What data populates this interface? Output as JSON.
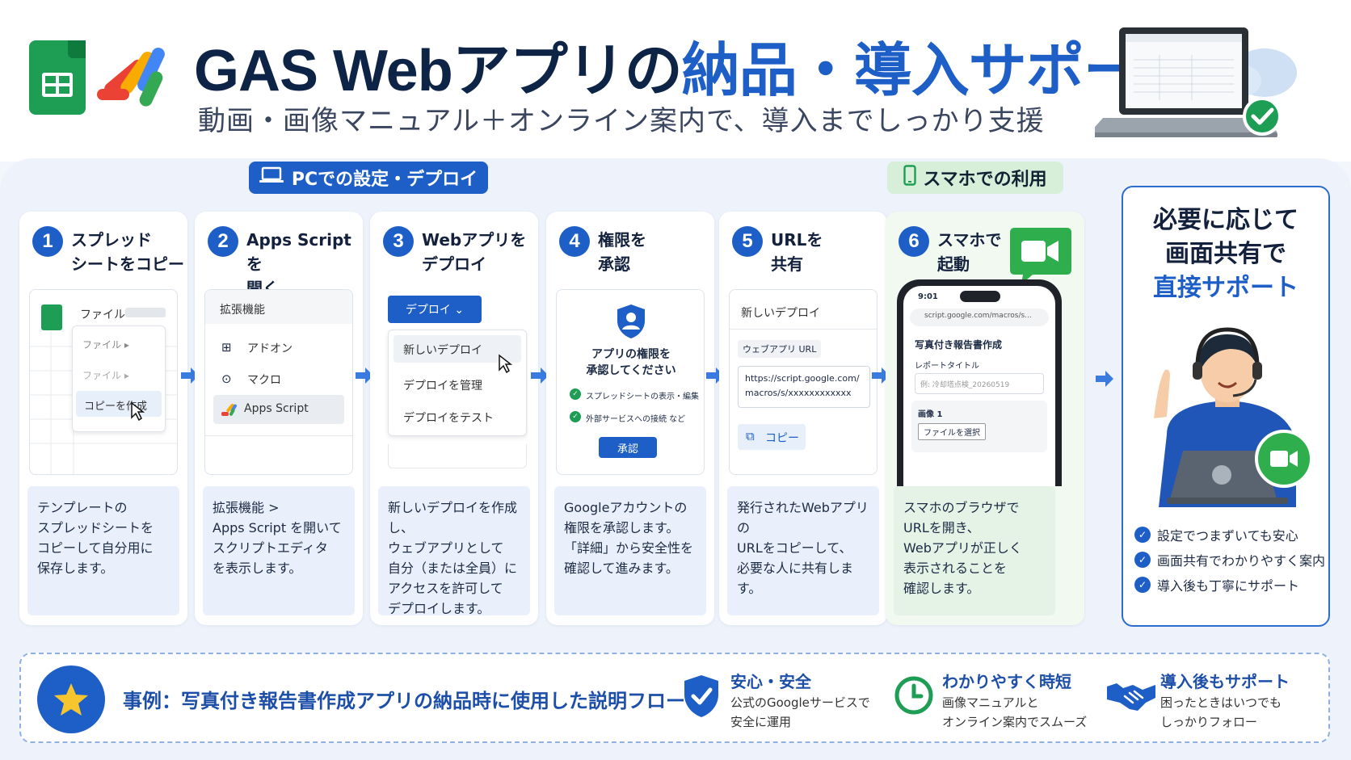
{
  "header": {
    "title_part1": "GAS Webアプリの",
    "title_part2": "納品・導入サポート",
    "subtitle": "動画・画像マニュアル＋オンライン案内で、導入までしっかり支援"
  },
  "sections": {
    "pc_label": "PCでの設定・デプロイ",
    "smartphone_label": "スマホでの利用"
  },
  "steps": [
    {
      "num": "1",
      "title": "スプレッド\nシートをコピー",
      "desc": "テンプレートの\nスプレッドシートを\nコピーして自分用に\n保存します。",
      "mock": {
        "file_label": "ファイル",
        "menu_item1": "ファイル ▸",
        "menu_item2": "ファイル ▸",
        "menu_item3": "コピーを作成"
      }
    },
    {
      "num": "2",
      "title": "Apps Scriptを\n開く",
      "desc": "拡張機能 >\nApps Script を開いて\nスクリプトエディタ\nを表示します。",
      "mock": {
        "header": "拡張機能",
        "item1": "アドオン",
        "item2": "マクロ",
        "item3": "Apps Script"
      }
    },
    {
      "num": "3",
      "title": "Webアプリを\nデプロイ",
      "desc": "新しいデプロイを作成し、\nウェブアプリとして\n自分（または全員）に\nアクセスを許可して\nデプロイします。",
      "mock": {
        "button": "デプロイ ⌄",
        "item1": "新しいデプロイ",
        "item2": "デプロイを管理",
        "item3": "デプロイをテスト"
      }
    },
    {
      "num": "4",
      "title": "権限を\n承認",
      "desc": "Googleアカウントの\n権限を承認します。\n「詳細」から安全性を\n確認して進みます。",
      "mock": {
        "heading": "アプリの権限を\n承認してください",
        "perm1": "スプレッドシートの表示・編集",
        "perm2": "外部サービスへの接続 など",
        "button": "承認"
      }
    },
    {
      "num": "5",
      "title": "URLを\n共有",
      "desc": "発行されたWebアプリの\nURLをコピーして、\n必要な人に共有します。",
      "mock": {
        "heading": "新しいデプロイ",
        "label": "ウェブアプリ URL",
        "url": "https://script.google.com/\nmacros/s/xxxxxxxxxxxx",
        "copy": "コピー"
      }
    },
    {
      "num": "6",
      "title": "スマホで\n起動",
      "desc": "スマホのブラウザで\nURLを開き、\nWebアプリが正しく\n表示されることを\n確認します。",
      "mock": {
        "time": "9:01",
        "address": "script.google.com/macros/s...",
        "form_title": "写真付き報告書作成",
        "field_label": "レポートタイトル",
        "field_placeholder": "例: 冷却塔点検_20260519",
        "image_label": "画像 1",
        "file_button": "ファイルを選択"
      }
    }
  ],
  "support": {
    "line1": "必要に応じて",
    "line2": "画面共有で",
    "line3": "直接サポート",
    "checks": [
      "設定でつまずいても安心",
      "画面共有でわかりやすく案内",
      "導入後も丁寧にサポート"
    ]
  },
  "footer": {
    "case_text": "事例：写真付き報告書作成アプリの納品時に使用した説明フロー",
    "features": [
      {
        "title": "安心・安全",
        "desc": "公式のGoogleサービスで\n安全に運用"
      },
      {
        "title": "わかりやすく時短",
        "desc": "画像マニュアルと\nオンライン案内でスムーズ"
      },
      {
        "title": "導入後もサポート",
        "desc": "困ったときはいつでも\nしっかりフォロー"
      }
    ]
  },
  "colors": {
    "primary": "#1e5fc7",
    "navy": "#0e2447",
    "green": "#1e9e55",
    "chat_green": "#2fae4e"
  }
}
